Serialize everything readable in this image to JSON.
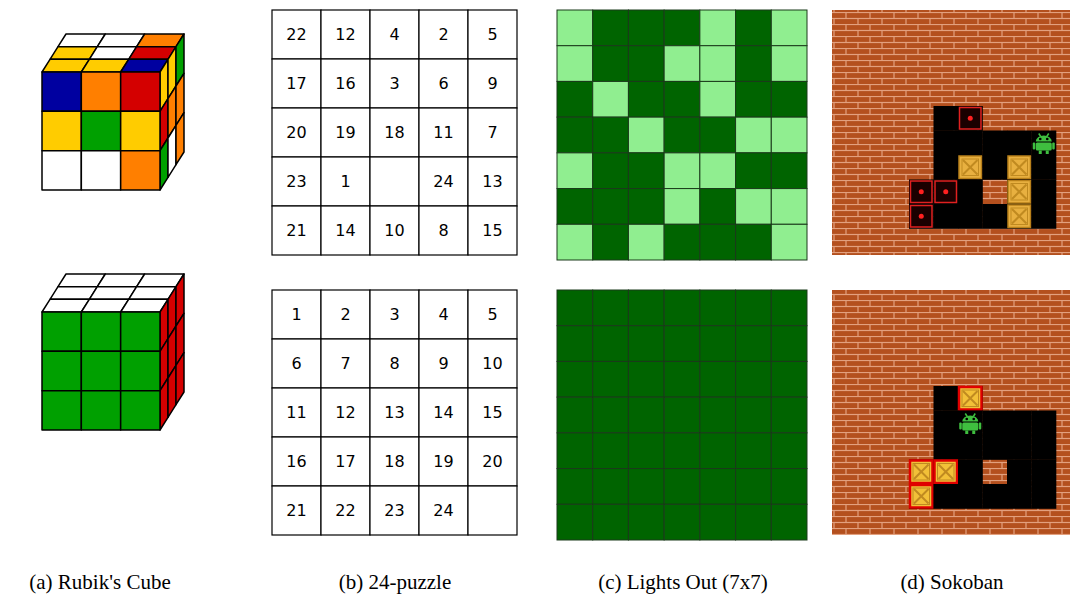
{
  "diagram": {
    "labels": [
      "22",
      "12",
      "4",
      "2",
      "5",
      "17",
      "16",
      "3",
      "6",
      "9",
      "20",
      "19",
      "18",
      "11",
      "7",
      "23",
      "1",
      "24",
      "13",
      "21",
      "14",
      "10",
      "8",
      "15",
      "1",
      "2",
      "3",
      "4",
      "5",
      "6",
      "7",
      "8",
      "9",
      "10",
      "11",
      "12",
      "13",
      "14",
      "15",
      "16",
      "17",
      "18",
      "19",
      "20",
      "21",
      "22",
      "23",
      "24",
      "(a) Rubik's Cube",
      "(b) 24-puzzle",
      "(c) Lights Out (7x7)",
      "(d) Sokoban"
    ]
  }
}
